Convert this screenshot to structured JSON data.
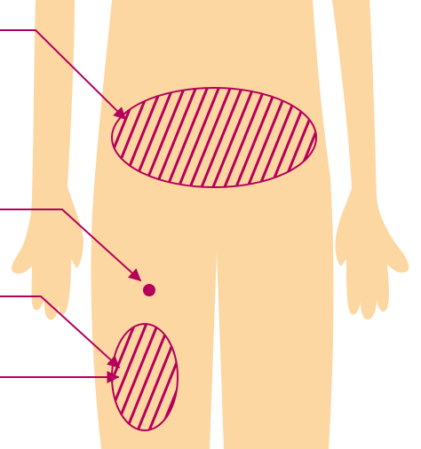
{
  "colors": {
    "skin": "#fcd7a1",
    "accent": "#b5005b",
    "background": "#ffffff"
  },
  "figure": {
    "subject": "lower-torso-and-upper-legs",
    "marked_regions": [
      {
        "name": "abdomen-zone",
        "kind": "hatched-ellipse"
      },
      {
        "name": "hip-point",
        "kind": "dot"
      },
      {
        "name": "thigh-zone",
        "kind": "hatched-ellipse"
      }
    ],
    "callout_count": 4
  }
}
